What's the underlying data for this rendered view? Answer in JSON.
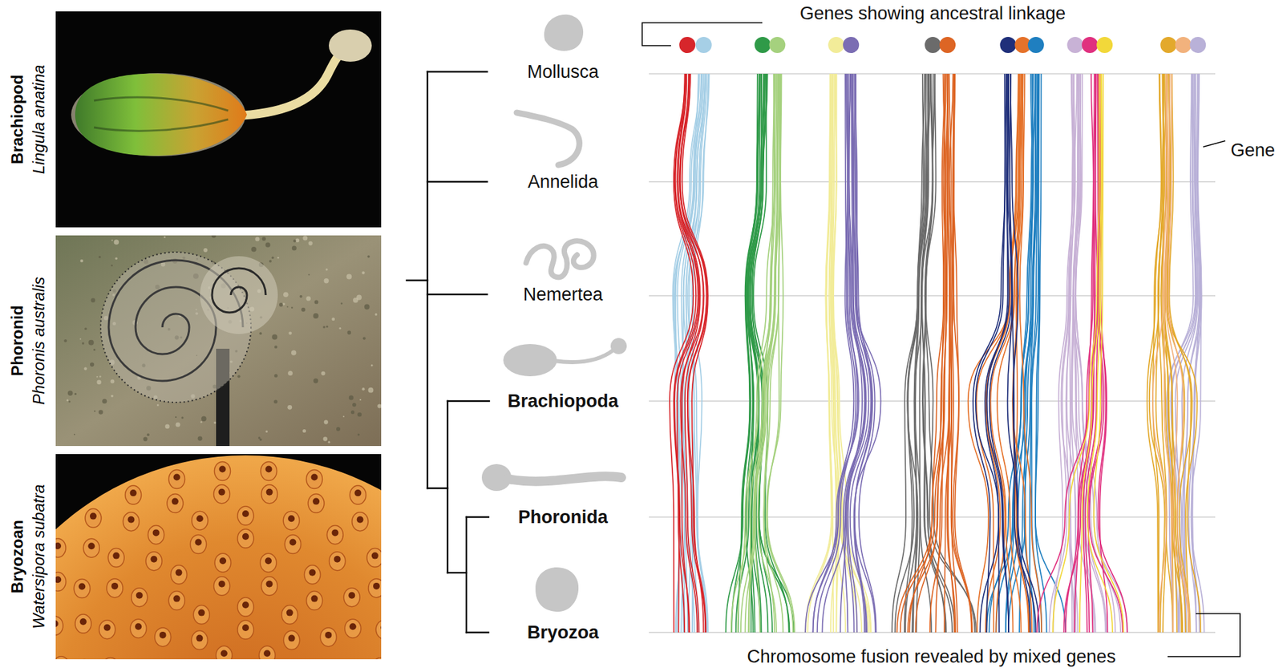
{
  "diagram": {
    "nodes": [
      {
        "text": [
          "Brachiopod",
          "Lingula anatina"
        ]
      },
      {
        "text": [
          "Phoronid",
          "Phoronis australis"
        ]
      },
      {
        "text": [
          "Bryozoan",
          "Watersipora subatra"
        ]
      }
    ],
    "labels": [
      "Genes showing ancestral linkage",
      "Mollusca",
      "Annelida",
      "Nemertea",
      "Brachiopoda",
      "Phoronida",
      "Bryozoa",
      "Gene",
      "Chromosome fusion revealed by mixed genes"
    ]
  }
}
